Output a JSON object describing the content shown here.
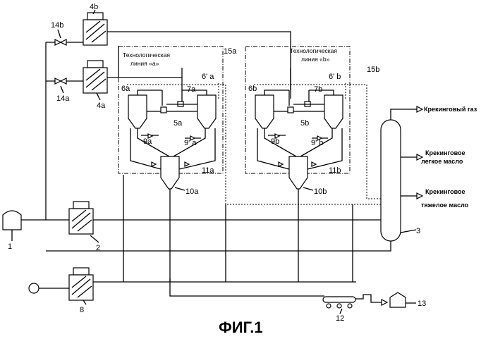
{
  "figure_caption": "ФИГ.1",
  "labels": {
    "n1": "1",
    "n2": "2",
    "n3": "3",
    "n4a": "4a",
    "n4b": "4b",
    "n5a": "5a",
    "n5b": "5b",
    "n6a": "6a",
    "n6b": "6b",
    "n6pa": "6' a",
    "n6pb": "6' b",
    "n7a": "7a",
    "n7b": "7b",
    "n8": "8",
    "n9a": "9a",
    "n9b": "9b",
    "n9pa": "9' a",
    "n9pb": "9' b",
    "n10a": "10a",
    "n10b": "10b",
    "n11a": "11a",
    "n11b": "11b",
    "n12": "12",
    "n13": "13",
    "n14a": "14a",
    "n14b": "14b",
    "n15a": "15a",
    "n15b": "15b"
  },
  "process_lines": {
    "a_line1": "Технологическая",
    "a_line2": "линия «a»",
    "b_line1": "Технологическая",
    "b_line2": "линия «b»"
  },
  "products": {
    "gas": "Крекинговый газ",
    "light_1": "Крекинговое",
    "light_2": "легкое масло",
    "heavy_1": "Крекинговое",
    "heavy_2": "тяжелое масло"
  }
}
